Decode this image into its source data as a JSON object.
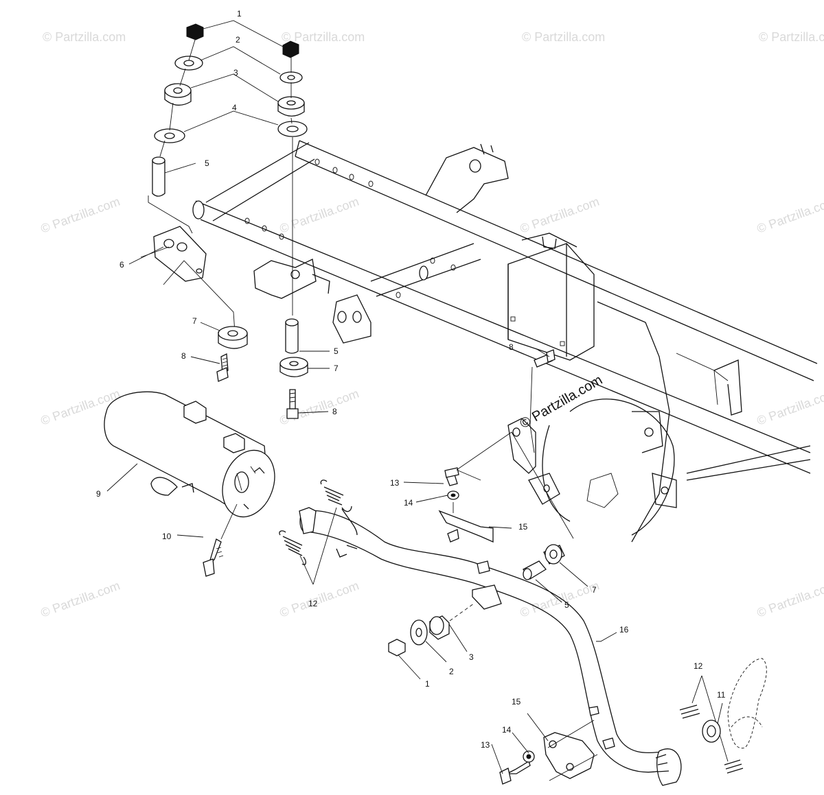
{
  "watermark": "© Partzilla.com",
  "callouts": [
    {
      "id": "c1a",
      "text": "1"
    },
    {
      "id": "c2a",
      "text": "2"
    },
    {
      "id": "c3a",
      "text": "3"
    },
    {
      "id": "c4a",
      "text": "4"
    },
    {
      "id": "c5a",
      "text": "5"
    },
    {
      "id": "c6",
      "text": "6"
    },
    {
      "id": "c7a",
      "text": "7"
    },
    {
      "id": "c8a",
      "text": "8"
    },
    {
      "id": "c5b",
      "text": "5"
    },
    {
      "id": "c7b",
      "text": "7"
    },
    {
      "id": "c8b",
      "text": "8"
    },
    {
      "id": "c8c",
      "text": "8"
    },
    {
      "id": "c9",
      "text": "9"
    },
    {
      "id": "c10",
      "text": "10"
    },
    {
      "id": "c12a",
      "text": "12"
    },
    {
      "id": "c13a",
      "text": "13"
    },
    {
      "id": "c14a",
      "text": "14"
    },
    {
      "id": "c15a",
      "text": "15"
    },
    {
      "id": "c7c",
      "text": "7"
    },
    {
      "id": "c5c",
      "text": "5"
    },
    {
      "id": "c16",
      "text": "16"
    },
    {
      "id": "c3b",
      "text": "3"
    },
    {
      "id": "c2b",
      "text": "2"
    },
    {
      "id": "c1b",
      "text": "1"
    },
    {
      "id": "c12b",
      "text": "12"
    },
    {
      "id": "c11",
      "text": "11"
    },
    {
      "id": "c15b",
      "text": "15"
    },
    {
      "id": "c14b",
      "text": "14"
    },
    {
      "id": "c13b",
      "text": "13"
    }
  ]
}
